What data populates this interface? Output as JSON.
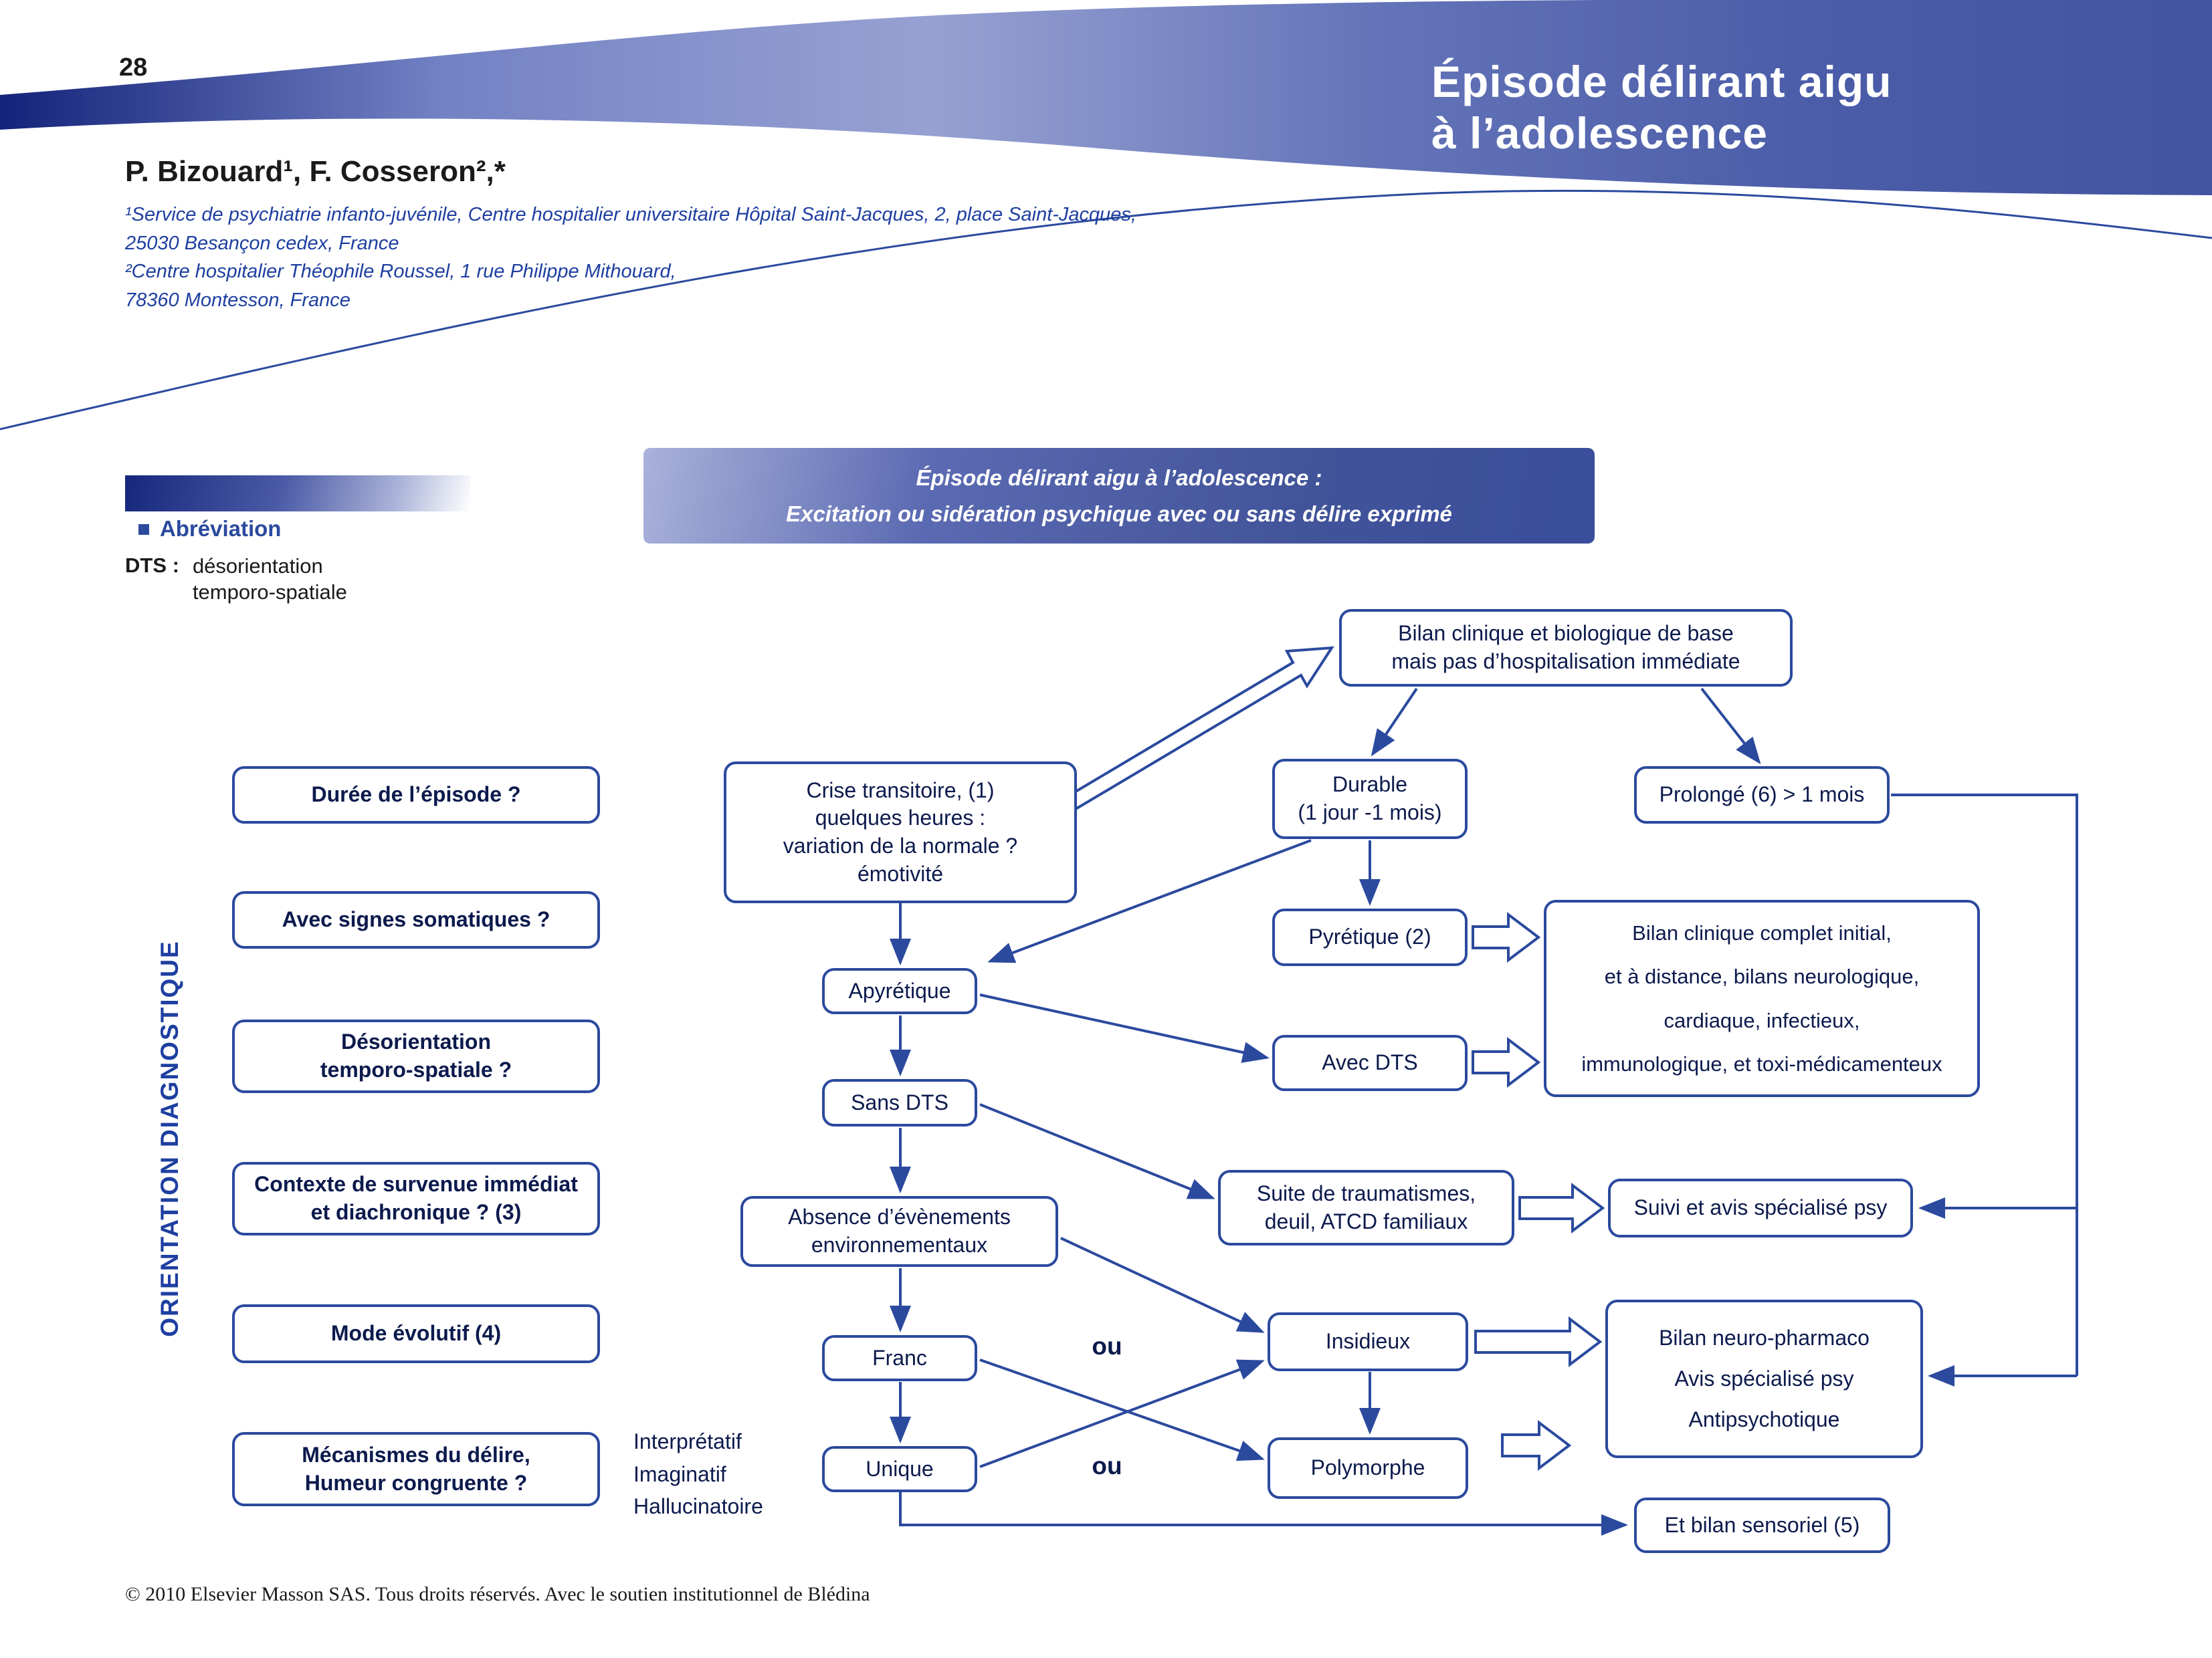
{
  "colors": {
    "accent_blue": "#2b4a9e",
    "navy": "#16277c",
    "banner_blue": "#4d5fa8",
    "box_text_navy": "#0c1a4d",
    "affiliation_blue": "#1e3fa0"
  },
  "page": {
    "number": "28",
    "footer": "© 2010 Elsevier Masson SAS. Tous droits réservés. Avec le soutien institutionnel de Blédina"
  },
  "header": {
    "title": "Épisode délirant aigu\nà l’adolescence",
    "authors": "P. Bizouard¹, F. Cosseron²,*",
    "affiliations": "¹Service de psychiatrie infanto-juvénile, Centre hospitalier universitaire Hôpital Saint-Jacques, 2, place Saint-Jacques,\n25030 Besançon cedex, France\n²Centre hospitalier Théophile Roussel, 1 rue Philippe Mithouard,\n78360 Montesson, France"
  },
  "abbreviation": {
    "bullet": "■",
    "heading": "Abréviation",
    "term": "DTS :",
    "definition": "désorientation\ntemporo-spatiale"
  },
  "diagram": {
    "banner": "Épisode délirant aigu à l’adolescence :\nExcitation ou sidération psychique avec ou sans délire exprimé",
    "orientation_label": "ORIENTATION DIAGNOSTIQUE",
    "questions": [
      "Durée de l’épisode ?",
      "Avec signes somatiques ?",
      "Désorientation\ntemporo-spatiale ?",
      "Contexte de survenue immédiat\net diachronique ? (3)",
      "Mode évolutif (4)",
      "Mécanismes du délire,\nHumeur congruente ?"
    ],
    "boxes": {
      "bilan_base": "Bilan clinique et biologique de base\nmais pas d’hospitalisation immédiate",
      "crise": "Crise transitoire, (1)\nquelques heures :\nvariation de la normale ?\némotivité",
      "durable": "Durable\n(1 jour -1 mois)",
      "prolonge": "Prolongé (6) > 1 mois",
      "pyretique": "Pyrétique (2)",
      "apyretique": "Apyrétique",
      "avec_dts": "Avec DTS",
      "sans_dts": "Sans DTS",
      "bilan_complet": "Bilan clinique complet initial,\net à distance, bilans neurologique,\ncardiaque, infectieux,\nimmunologique, et toxi-médicamenteux",
      "absence": "Absence d’évènements\nenvironnementaux",
      "suite": "Suite de traumatismes,\ndeuil, ATCD familiaux",
      "suivi": "Suivi et avis spécialisé psy",
      "franc": "Franc",
      "insidieux": "Insidieux",
      "unique": "Unique",
      "polymorphe": "Polymorphe",
      "bilan_neuro": "Bilan neuro-pharmaco\nAvis spécialisé psy\nAntipsychotique",
      "et_bilan_sensoriel": "Et bilan sensoriel (5)"
    },
    "labels": {
      "ou1": "ou",
      "ou2": "ou",
      "mecanismes": "Interprétatif\nImaginatif\nHallucinatoire"
    }
  }
}
